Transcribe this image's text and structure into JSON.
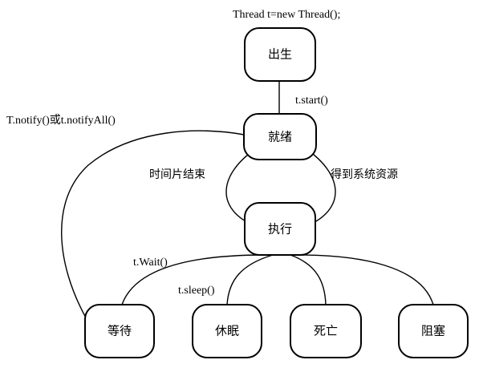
{
  "top_caption": "Thread t=new Thread();",
  "nodes": {
    "born": "出生",
    "ready": "就绪",
    "running": "执行",
    "waiting": "等待",
    "sleeping": "休眠",
    "dead": "死亡",
    "blocked": "阻塞"
  },
  "edges": {
    "start": "t.start()",
    "notify": "T.notify()或t.notifyAll()",
    "timeslice_end": "时间片结束",
    "get_resources": "得到系统资源",
    "wait": "t.Wait()",
    "sleep": "t.sleep()"
  }
}
